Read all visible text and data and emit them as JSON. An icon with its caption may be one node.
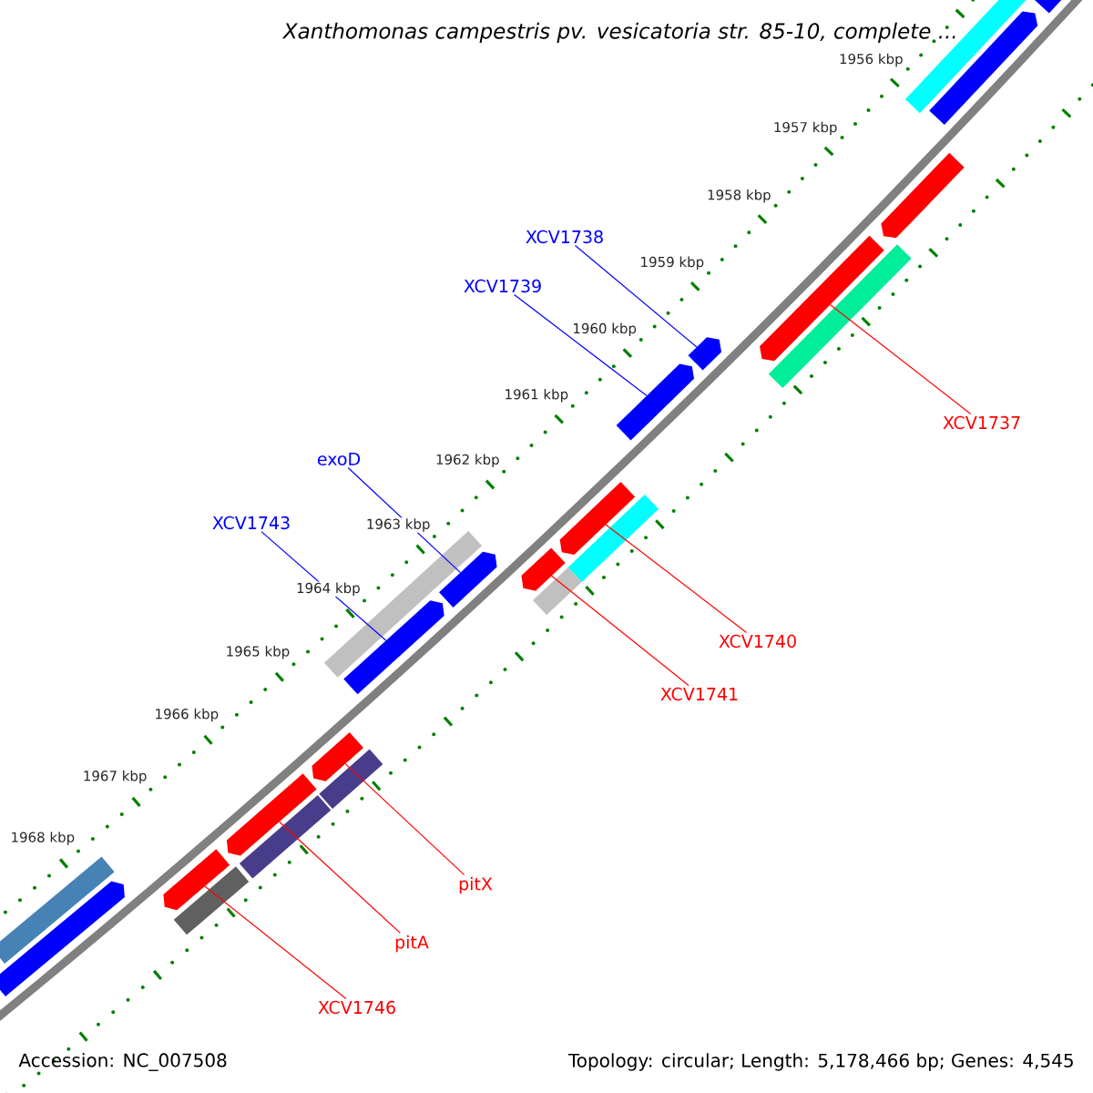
{
  "diagram": {
    "title": "Xanthomonas campestris pv. vesicatoria str. 85-10, complete ...",
    "nodes": [
      {
        "text": [
          "XCV1738"
        ]
      },
      {
        "text": [
          "XCV1739"
        ]
      },
      {
        "text": [
          "XCV1737"
        ]
      },
      {
        "text": [
          "exoD"
        ]
      },
      {
        "text": [
          "XCV1743"
        ]
      },
      {
        "text": [
          "XCV1740"
        ]
      },
      {
        "text": [
          "XCV1741"
        ]
      },
      {
        "text": [
          "pitX"
        ]
      },
      {
        "text": [
          "pitA"
        ]
      },
      {
        "text": [
          "XCV1746"
        ]
      },
      {
        "text": [],
        "shape": "bar"
      },
      {
        "text": [],
        "shape": "bar"
      },
      {
        "text": [],
        "shape": "bar"
      },
      {
        "text": [],
        "shape": "bar"
      },
      {
        "text": [],
        "shape": "bar"
      },
      {
        "text": [],
        "shape": "bar"
      },
      {
        "text": [],
        "shape": "bar"
      },
      {
        "text": [],
        "shape": "bar"
      },
      {
        "text": [],
        "shape": "bar"
      },
      {
        "text": [],
        "shape": "bar"
      },
      {
        "text": [],
        "shape": "bar"
      },
      {
        "text": [],
        "shape": "bar"
      },
      {
        "text": [],
        "shape": "bar"
      },
      {
        "text": [],
        "shape": "bar"
      },
      {
        "text": [],
        "shape": "bar"
      },
      {
        "text": [],
        "shape": "bar"
      },
      {
        "text": [],
        "shape": "bar"
      },
      {
        "text": [],
        "shape": "bar"
      },
      {
        "text": [],
        "shape": "bar"
      },
      {
        "text": [],
        "shape": "bar"
      },
      {
        "text": [],
        "shape": "bar"
      },
      {
        "text": [],
        "shape": "bar"
      },
      {
        "text": [],
        "shape": "bar"
      }
    ],
    "edges": [
      {
        "from": 0,
        "to": 16,
        "arrow": "none",
        "color": "#0000ff"
      },
      {
        "from": 1,
        "to": 17,
        "arrow": "none",
        "color": "#0000ff"
      },
      {
        "from": 2,
        "to": 14,
        "arrow": "none"
      },
      {
        "from": 3,
        "to": 23,
        "arrow": "none",
        "color": "#0000ff"
      },
      {
        "from": 4,
        "to": 24,
        "arrow": "none",
        "color": "#0000ff"
      },
      {
        "from": 5,
        "to": 18,
        "arrow": "none"
      },
      {
        "from": 6,
        "to": 20,
        "arrow": "none"
      },
      {
        "from": 7,
        "to": 25,
        "arrow": "none"
      },
      {
        "from": 8,
        "to": 27,
        "arrow": "none"
      },
      {
        "from": 9,
        "to": 29,
        "arrow": "none"
      }
    ],
    "labels": [
      "1956 kbp",
      "1957 kbp",
      "1958 kbp",
      "1959 kbp",
      "1960 kbp",
      "1961 kbp",
      "1962 kbp",
      "1963 kbp",
      "1964 kbp",
      "1965 kbp",
      "1966 kbp",
      "1967 kbp",
      "1968 kbp",
      "Accession: NC_007508",
      "Topology: circular; Length: 5,178,466 bp; Genes: 4,545"
    ]
  }
}
